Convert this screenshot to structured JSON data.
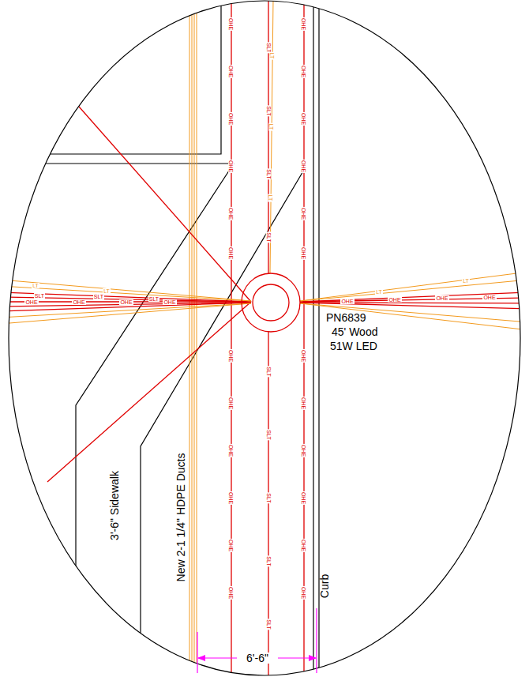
{
  "diagram": {
    "labels": [
      "PN6839",
      "45' Wood",
      "51W LED",
      "3'-6\" Sidewalk",
      "New 2-1 1/4\" HDPE Ducts",
      "Curb",
      "6'-6\"",
      "OHE",
      "OHE",
      "OHE",
      "OHE",
      "OHE",
      "OHE",
      "OHE",
      "OHE",
      "OHE",
      "OHE",
      "OHE",
      "OHE",
      "OHE",
      "OHE",
      "OHE",
      "OHE",
      "OHE",
      "OHE",
      "OHE",
      "OHE",
      "OHE",
      "OHE",
      "OHE",
      "OHE",
      "SLT",
      "SLT",
      "SLT",
      "SLT",
      "SLT",
      "SLT",
      "SLT",
      "SLT",
      "SLT",
      "LT",
      "LT",
      "LT",
      "OHE",
      "OHE",
      "OHE",
      "OHE",
      "SLT",
      "SLT",
      "SLT",
      "OHE",
      "OHE",
      "OHE",
      "OHE",
      "LT",
      "LT",
      "LT",
      "LT"
    ]
  }
}
